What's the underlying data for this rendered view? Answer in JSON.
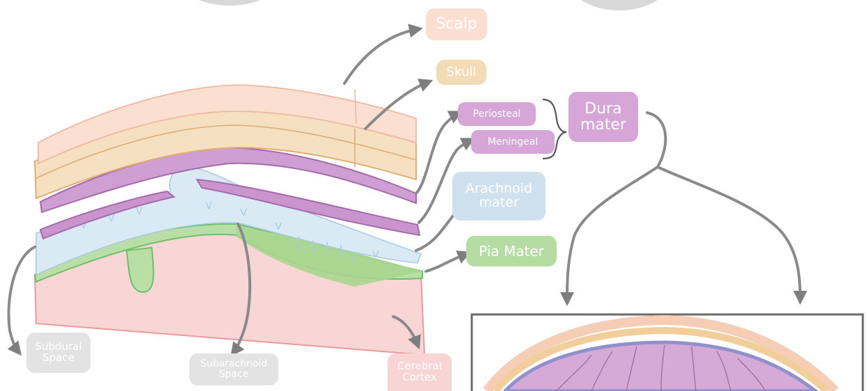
{
  "labels": {
    "scalp": "Scalp",
    "skull": "Skull",
    "periosteal": "Periosteal",
    "meningeal": "Meningeal",
    "dura_mater": "Dura\nmater",
    "arachnoid_mater": "Arachnoid\nmater",
    "pia_mater": "Pia Mater",
    "subdural_space": "Subdural\nSpace",
    "subarachnoid_space": "Subarachnoid\nSpace",
    "cerebral_cortex": "Cerebral\nCortex"
  },
  "colors": {
    "scalp": "#fadccc",
    "skull": "#f3dcbb",
    "dura": "#d6a6d8",
    "arachnoid": "#cfe1ee",
    "pia": "#b4dca3",
    "cortex": "#f8d4d4",
    "space": "#e3e3e3",
    "arrow": "#8a8a8a"
  }
}
